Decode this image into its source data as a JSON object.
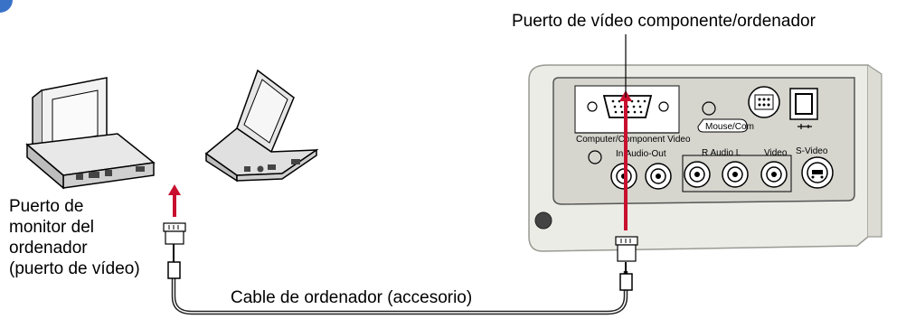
{
  "labels": {
    "projector_port": "Puerto de vídeo componente/ordenador",
    "cable": "Cable de ordenador (accesorio)",
    "computer_port_lines": [
      "Puerto de",
      "monitor del",
      "ordenador",
      "(puerto de vídeo)"
    ]
  },
  "panel": {
    "computer_video": "Computer/Component Video",
    "mouse_com": "Mouse/Com",
    "in_audio_out": "In Audio-Out",
    "r_audio_l": "R  Audio  L",
    "video": "Video",
    "s_video": "S-Video"
  },
  "colors": {
    "arrow": "#c8102e",
    "cable": "#222222",
    "panel": "#d6d6cf",
    "projector_body": "#ecece6"
  }
}
